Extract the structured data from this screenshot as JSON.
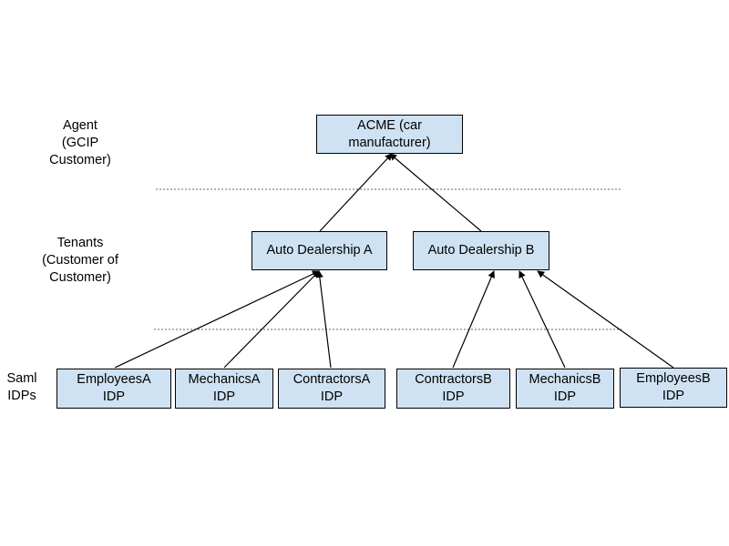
{
  "levels": {
    "agent": [
      "Agent",
      "(GCIP",
      "Customer)"
    ],
    "tenants": [
      "Tenants",
      "(Customer of",
      "Customer)"
    ],
    "idps": [
      "Saml",
      "IDPs"
    ]
  },
  "nodes": {
    "acme": [
      "ACME (car",
      "manufacturer)"
    ],
    "dealer_a": [
      "Auto Dealership A"
    ],
    "dealer_b": [
      "Auto Dealership B"
    ],
    "employees_a": [
      "EmployeesA",
      "IDP"
    ],
    "mechanics_a": [
      "MechanicsA",
      "IDP"
    ],
    "contractors_a": [
      "ContractorsA",
      "IDP"
    ],
    "contractors_b": [
      "ContractorsB",
      "IDP"
    ],
    "mechanics_b": [
      "MechanicsB",
      "IDP"
    ],
    "employees_b": [
      "EmployeesB",
      "IDP"
    ]
  },
  "colors": {
    "node_fill": "#cfe2f3",
    "node_border": "#000000",
    "separator": "#666666"
  }
}
